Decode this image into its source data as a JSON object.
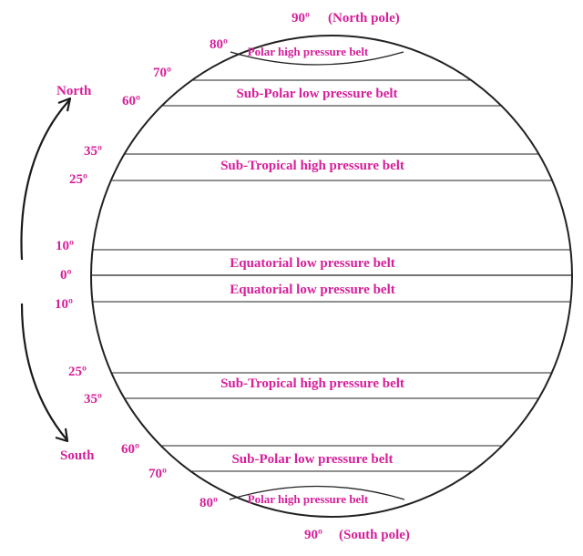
{
  "colors": {
    "label": "#d6209a",
    "line": "#222222",
    "arrow": "#1a1a1a",
    "background": "#ffffff"
  },
  "poles": {
    "north": {
      "degree": "90º",
      "name": "(North  pole)"
    },
    "south": {
      "degree": "90º",
      "name": "(South  pole)"
    }
  },
  "directions": {
    "north": "North",
    "south": "South"
  },
  "latitudes_north": [
    {
      "deg": 80,
      "label": "80º"
    },
    {
      "deg": 70,
      "label": "70º"
    },
    {
      "deg": 60,
      "label": "60º"
    },
    {
      "deg": 35,
      "label": "35º"
    },
    {
      "deg": 25,
      "label": "25º"
    },
    {
      "deg": 10,
      "label": "10º"
    }
  ],
  "equator": {
    "deg": 0,
    "label": "0º"
  },
  "latitudes_south": [
    {
      "deg": 10,
      "label": "10º"
    },
    {
      "deg": 25,
      "label": "25º"
    },
    {
      "deg": 35,
      "label": "35º"
    },
    {
      "deg": 60,
      "label": "60º"
    },
    {
      "deg": 70,
      "label": "70º"
    },
    {
      "deg": 80,
      "label": "80º"
    }
  ],
  "belts": [
    {
      "hemisphere": "north",
      "from_deg": 80,
      "to_deg": 90,
      "name": "Polar high pressure belt"
    },
    {
      "hemisphere": "north",
      "from_deg": 60,
      "to_deg": 70,
      "name": "Sub-Polar low pressure belt"
    },
    {
      "hemisphere": "north",
      "from_deg": 25,
      "to_deg": 35,
      "name": "Sub-Tropical high pressure belt"
    },
    {
      "hemisphere": "north",
      "from_deg": 0,
      "to_deg": 10,
      "name": "Equatorial low pressure belt"
    },
    {
      "hemisphere": "south",
      "from_deg": 0,
      "to_deg": 10,
      "name": "Equatorial low pressure belt"
    },
    {
      "hemisphere": "south",
      "from_deg": 25,
      "to_deg": 35,
      "name": "Sub-Tropical high pressure belt"
    },
    {
      "hemisphere": "south",
      "from_deg": 60,
      "to_deg": 70,
      "name": "Sub-Polar low pressure belt"
    },
    {
      "hemisphere": "south",
      "from_deg": 80,
      "to_deg": 90,
      "name": "Polar high pressure belt"
    }
  ]
}
